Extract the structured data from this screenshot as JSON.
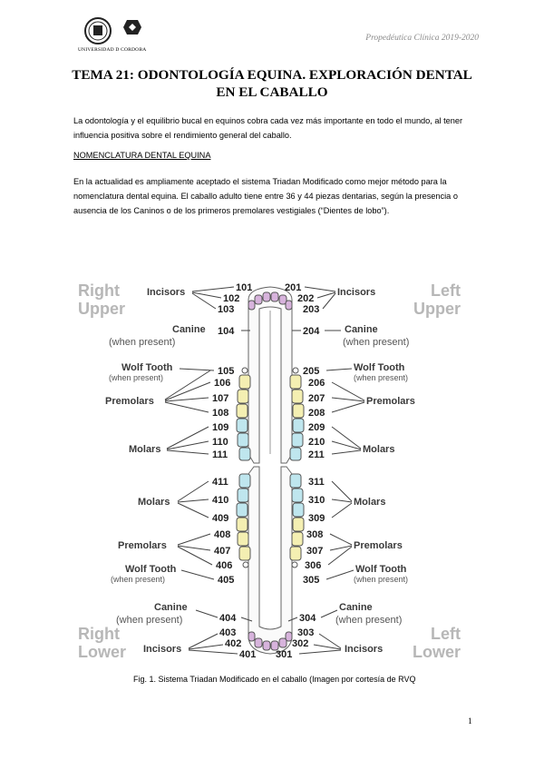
{
  "header": {
    "logo_text": "UNIVERSIDAD D CORDOBA",
    "course": "Propedéutica Clínica 2019-2020"
  },
  "title": {
    "line1": "TEMA 21: ODONTOLOGÍA EQUINA. EXPLORACIÓN DENTAL",
    "line2": "EN EL CABALLO"
  },
  "intro": "La odontología y el equilibrio bucal en equinos cobra cada vez más importante en todo el mundo, al tener influencia positiva sobre el rendimiento general del caballo.",
  "section_heading": "NOMENCLATURA DENTAL EQUINA",
  "section_text": "En la actualidad es ampliamente aceptado el sistema Triadan Modificado como mejor método para la nomenclatura dental equina. El caballo adulto tiene entre 36 y 44 piezas dentarias, según la presencia o ausencia de los Caninos o de los primeros premolares vestigiales (“Dientes de lobo”).",
  "figure": {
    "quadrants": {
      "right_upper": [
        "Right",
        "Upper"
      ],
      "left_upper": [
        "Left",
        "Upper"
      ],
      "right_lower": [
        "Right",
        "Lower"
      ],
      "left_lower": [
        "Left",
        "Lower"
      ]
    },
    "labels": {
      "incisors": "Incisors",
      "canine": "Canine",
      "when_present": "(when present)",
      "wolf_tooth": "Wolf Tooth",
      "premolars": "Premolars",
      "molars": "Molars"
    },
    "upper_right_numbers": {
      "incisors": [
        "101",
        "102",
        "103"
      ],
      "canine": "104",
      "wolf": "105",
      "premolars": [
        "106",
        "107",
        "108"
      ],
      "molars": [
        "109",
        "110",
        "111"
      ]
    },
    "upper_left_numbers": {
      "incisors": [
        "201",
        "202",
        "203"
      ],
      "canine": "204",
      "wolf": "205",
      "premolars": [
        "206",
        "207",
        "208"
      ],
      "molars": [
        "209",
        "210",
        "211"
      ]
    },
    "lower_right_numbers": {
      "molars": [
        "411",
        "410",
        "409"
      ],
      "premolars": [
        "408",
        "407",
        "406"
      ],
      "wolf": "405",
      "canine": "404",
      "incisors": [
        "403",
        "402",
        "401"
      ]
    },
    "lower_left_numbers": {
      "molars": [
        "311",
        "310",
        "309"
      ],
      "premolars": [
        "308",
        "307",
        "306"
      ],
      "wolf": "305",
      "canine": "304",
      "incisors": [
        "303",
        "302",
        "301"
      ]
    },
    "colors": {
      "incisor": "#d7b3dc",
      "premolar": "#f4efb2",
      "molar": "#bfe6ee",
      "outline": "#555555"
    }
  },
  "caption": "Fig. 1. Sistema Triadan Modificado en el caballo (Imagen por cortesía de RVQ",
  "page_number": "1"
}
